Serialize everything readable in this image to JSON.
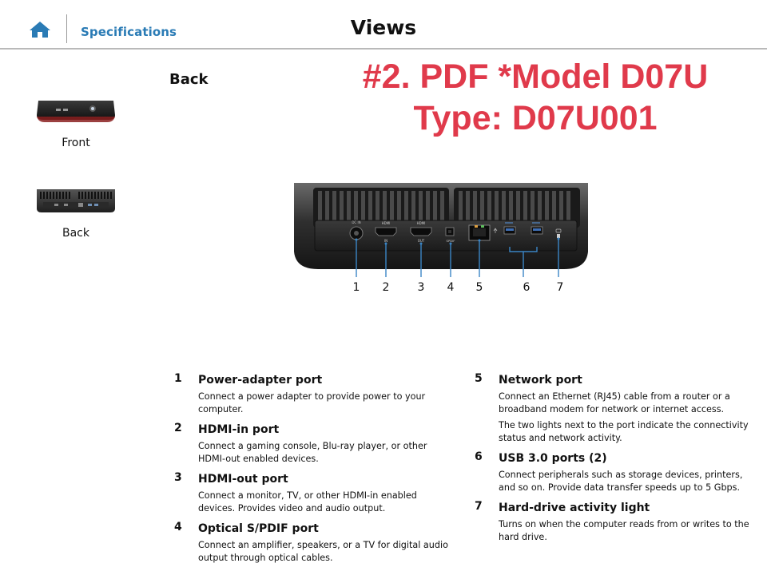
{
  "header": {
    "home_icon": "home-icon",
    "specifications_label": "Specifications",
    "title": "Views"
  },
  "sidebar": {
    "items": [
      {
        "label": "Front",
        "icon": "computer-front-thumbnail"
      },
      {
        "label": "Back",
        "icon": "computer-back-thumbnail"
      }
    ]
  },
  "main": {
    "section_heading": "Back",
    "watermark": {
      "line1": "#2. PDF *Model D07U",
      "line2": "Type: D07U001"
    },
    "device": {
      "callouts": [
        "1",
        "2",
        "3",
        "4",
        "5",
        "6",
        "7"
      ],
      "port_labels": {
        "hdmi_in_top": "HDMI",
        "hdmi_in_bottom": "IN",
        "hdmi_out_top": "HDMI",
        "hdmi_out_bottom": "OUT",
        "power": "DC IN",
        "optical": "SPDIF"
      }
    },
    "ports_left": [
      {
        "num": "1",
        "title": "Power-adapter port",
        "text": [
          "Connect a power adapter to provide power to your computer."
        ]
      },
      {
        "num": "2",
        "title": "HDMI-in port",
        "text": [
          "Connect a gaming console, Blu-ray player, or other HDMI-out enabled devices."
        ]
      },
      {
        "num": "3",
        "title": "HDMI-out port",
        "text": [
          "Connect a monitor, TV, or other HDMI-in enabled devices. Provides video and audio output."
        ]
      },
      {
        "num": "4",
        "title": "Optical S/PDIF port",
        "text": [
          "Connect an amplifier, speakers, or a TV for digital audio output through optical cables."
        ]
      }
    ],
    "ports_right": [
      {
        "num": "5",
        "title": "Network port",
        "text": [
          "Connect an Ethernet (RJ45) cable from a router or a broadband modem for network or internet access.",
          "The two lights next to the port indicate the connectivity status and network activity."
        ]
      },
      {
        "num": "6",
        "title": "USB 3.0 ports (2)",
        "text": [
          "Connect peripherals such as storage devices, printers, and so on. Provide data transfer speeds up to 5 Gbps."
        ]
      },
      {
        "num": "7",
        "title": "Hard-drive activity light",
        "text": [
          "Turns on when the computer reads from or writes to the hard drive."
        ]
      }
    ]
  }
}
